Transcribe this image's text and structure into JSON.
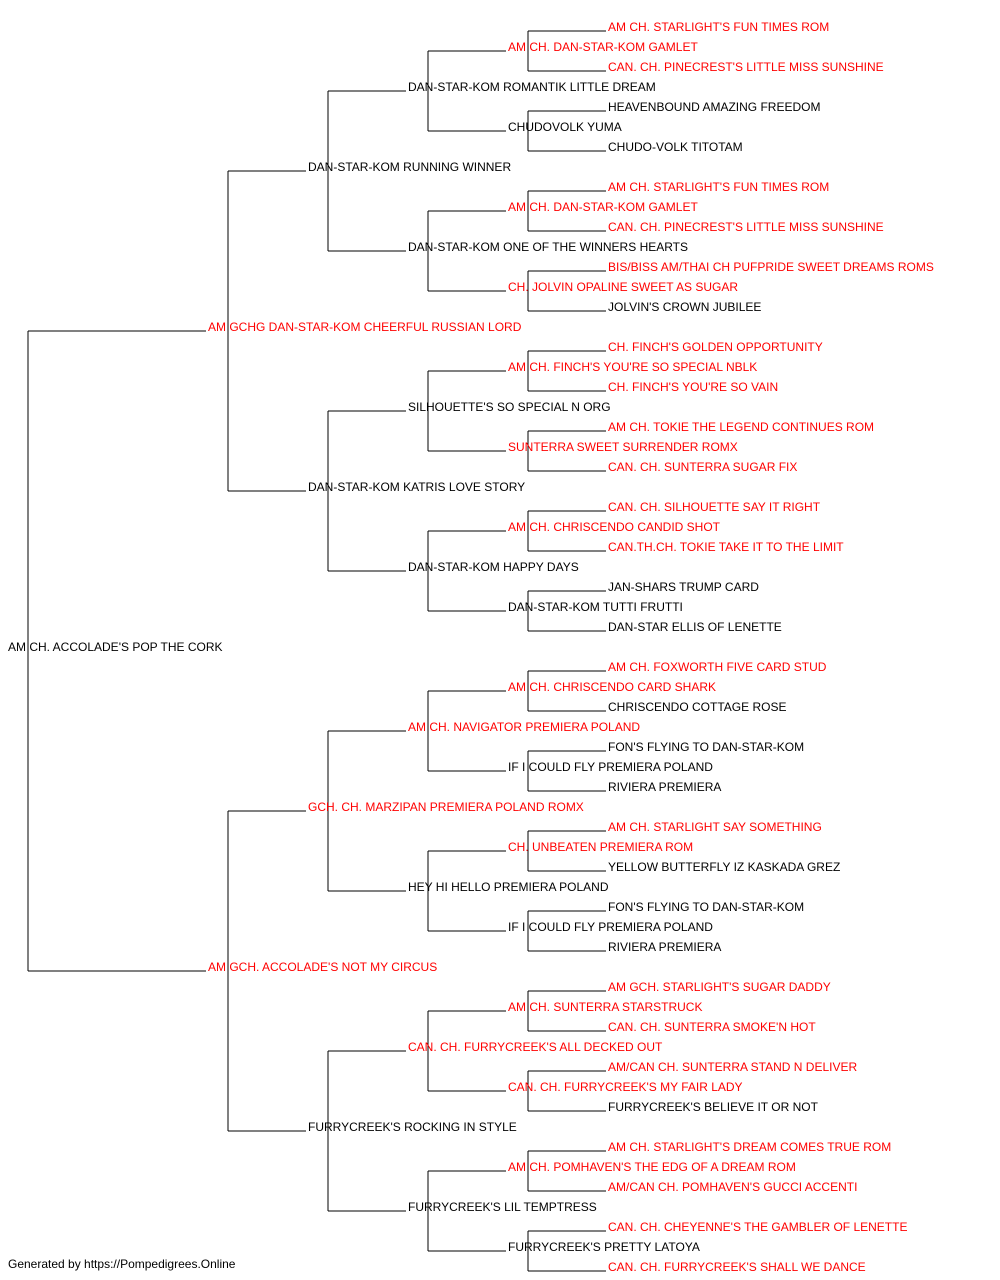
{
  "colors": {
    "champion": "#ff0000",
    "normal": "#000000",
    "line": "#000000"
  },
  "pedigree": {
    "name": "AM CH. ACCOLADE'S POP THE CORK",
    "champion": false,
    "sire": {
      "name": "AM GCHG DAN-STAR-KOM CHEERFUL RUSSIAN LORD",
      "champion": true,
      "sire": {
        "name": "DAN-STAR-KOM RUNNING WINNER",
        "champion": false,
        "sire": {
          "name": "DAN-STAR-KOM ROMANTIK LITTLE DREAM",
          "champion": false,
          "sire": {
            "name": "AM CH. DAN-STAR-KOM GAMLET",
            "champion": true,
            "sire": {
              "name": "AM CH. STARLIGHT'S FUN TIMES ROM",
              "champion": true
            },
            "dam": {
              "name": "CAN. CH. PINECREST'S LITTLE MISS SUNSHINE",
              "champion": true
            }
          },
          "dam": {
            "name": "CHUDOVOLK YUMA",
            "champion": false,
            "sire": {
              "name": "HEAVENBOUND AMAZING FREEDOM",
              "champion": false
            },
            "dam": {
              "name": "CHUDO-VOLK TITOTAM",
              "champion": false
            }
          }
        },
        "dam": {
          "name": "DAN-STAR-KOM ONE OF THE WINNERS HEARTS",
          "champion": false,
          "sire": {
            "name": "AM CH. DAN-STAR-KOM GAMLET",
            "champion": true,
            "sire": {
              "name": "AM CH. STARLIGHT'S FUN TIMES ROM",
              "champion": true
            },
            "dam": {
              "name": "CAN. CH. PINECREST'S LITTLE MISS SUNSHINE",
              "champion": true
            }
          },
          "dam": {
            "name": "CH. JOLVIN OPALINE SWEET AS SUGAR",
            "champion": true,
            "sire": {
              "name": "BIS/BISS AM/THAI CH PUFPRIDE SWEET DREAMS ROMS",
              "champion": true
            },
            "dam": {
              "name": "JOLVIN'S CROWN JUBILEE",
              "champion": false
            }
          }
        }
      },
      "dam": {
        "name": "DAN-STAR-KOM KATRIS LOVE STORY",
        "champion": false,
        "sire": {
          "name": "SILHOUETTE'S SO SPECIAL N ORG",
          "champion": false,
          "sire": {
            "name": "AM CH. FINCH'S YOU'RE SO SPECIAL NBLK",
            "champion": true,
            "sire": {
              "name": "CH. FINCH'S GOLDEN OPPORTUNITY",
              "champion": true
            },
            "dam": {
              "name": "CH. FINCH'S YOU'RE SO VAIN",
              "champion": true
            }
          },
          "dam": {
            "name": "SUNTERRA SWEET SURRENDER ROMX",
            "champion": true,
            "sire": {
              "name": "AM CH. TOKIE THE LEGEND CONTINUES ROM",
              "champion": true
            },
            "dam": {
              "name": "CAN. CH. SUNTERRA SUGAR FIX",
              "champion": true
            }
          }
        },
        "dam": {
          "name": "DAN-STAR-KOM HAPPY DAYS",
          "champion": false,
          "sire": {
            "name": "AM CH. CHRISCENDO CANDID SHOT",
            "champion": true,
            "sire": {
              "name": "CAN. CH. SILHOUETTE SAY IT RIGHT",
              "champion": true
            },
            "dam": {
              "name": "CAN.TH.CH. TOKIE TAKE IT TO THE LIMIT",
              "champion": true
            }
          },
          "dam": {
            "name": "DAN-STAR-KOM TUTTI FRUTTI",
            "champion": false,
            "sire": {
              "name": "JAN-SHARS TRUMP CARD",
              "champion": false
            },
            "dam": {
              "name": "DAN-STAR ELLIS OF LENETTE",
              "champion": false
            }
          }
        }
      }
    },
    "dam": {
      "name": "AM GCH. ACCOLADE'S NOT MY CIRCUS",
      "champion": true,
      "sire": {
        "name": "GCH. CH. MARZIPAN PREMIERA POLAND ROMX",
        "champion": true,
        "sire": {
          "name": "AM CH. NAVIGATOR PREMIERA POLAND",
          "champion": true,
          "sire": {
            "name": "AM CH. CHRISCENDO CARD SHARK",
            "champion": true,
            "sire": {
              "name": "AM CH. FOXWORTH FIVE CARD STUD",
              "champion": true
            },
            "dam": {
              "name": "CHRISCENDO COTTAGE ROSE",
              "champion": false
            }
          },
          "dam": {
            "name": "IF I COULD FLY PREMIERA POLAND",
            "champion": false,
            "sire": {
              "name": "FON'S FLYING TO DAN-STAR-KOM",
              "champion": false
            },
            "dam": {
              "name": "RIVIERA PREMIERA",
              "champion": false
            }
          }
        },
        "dam": {
          "name": "HEY HI HELLO PREMIERA POLAND",
          "champion": false,
          "sire": {
            "name": "CH. UNBEATEN PREMIERA ROM",
            "champion": true,
            "sire": {
              "name": "AM CH. STARLIGHT SAY SOMETHING",
              "champion": true
            },
            "dam": {
              "name": "YELLOW BUTTERFLY IZ KASKADA GREZ",
              "champion": false
            }
          },
          "dam": {
            "name": "IF I COULD FLY PREMIERA POLAND",
            "champion": false,
            "sire": {
              "name": "FON'S FLYING TO DAN-STAR-KOM",
              "champion": false
            },
            "dam": {
              "name": "RIVIERA PREMIERA",
              "champion": false
            }
          }
        }
      },
      "dam": {
        "name": "FURRYCREEK'S ROCKING IN STYLE",
        "champion": false,
        "sire": {
          "name": "CAN. CH. FURRYCREEK'S ALL DECKED OUT",
          "champion": true,
          "sire": {
            "name": "AM CH. SUNTERRA STARSTRUCK",
            "champion": true,
            "sire": {
              "name": "AM GCH. STARLIGHT'S SUGAR DADDY",
              "champion": true
            },
            "dam": {
              "name": "CAN. CH. SUNTERRA SMOKE'N HOT",
              "champion": true
            }
          },
          "dam": {
            "name": "CAN. CH. FURRYCREEK'S MY FAIR LADY",
            "champion": true,
            "sire": {
              "name": "AM/CAN CH. SUNTERRA STAND N DELIVER",
              "champion": true
            },
            "dam": {
              "name": "FURRYCREEK'S BELIEVE IT OR NOT",
              "champion": false
            }
          }
        },
        "dam": {
          "name": "FURRYCREEK'S LIL TEMPTRESS",
          "champion": false,
          "sire": {
            "name": "AM CH. POMHAVEN'S THE EDG OF A DREAM ROM",
            "champion": true,
            "sire": {
              "name": "AM CH. STARLIGHT'S DREAM COMES TRUE ROM",
              "champion": true
            },
            "dam": {
              "name": "AM/CAN CH. POMHAVEN'S GUCCI ACCENTI",
              "champion": true
            }
          },
          "dam": {
            "name": "FURRYCREEK'S PRETTY LATOYA",
            "champion": false,
            "sire": {
              "name": "CAN. CH. CHEYENNE'S THE GAMBLER OF LENETTE",
              "champion": true
            },
            "dam": {
              "name": "CAN. CH. FURRYCREEK'S SHALL WE DANCE",
              "champion": true
            }
          }
        }
      }
    }
  },
  "footer": {
    "text": "Generated by https://Pompedigrees.Online"
  }
}
